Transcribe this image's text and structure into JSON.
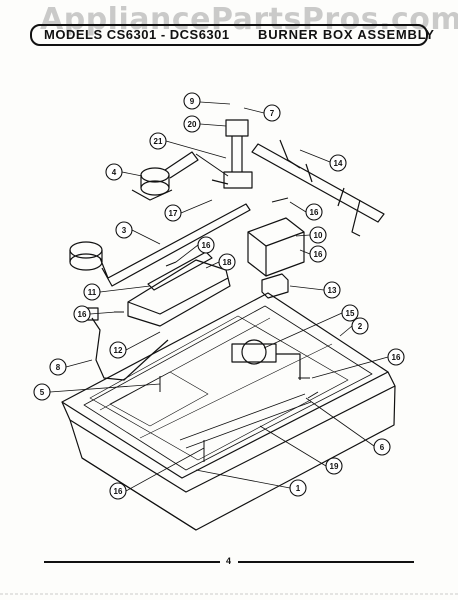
{
  "watermark": "AppliancePartsPros.com",
  "header": {
    "model_text": "MODELS CS6301 - DCS6301",
    "title": "BURNER BOX ASSEMBLY"
  },
  "callouts": {
    "c1": "1",
    "c2": "2",
    "c3": "3",
    "c4": "4",
    "c5": "5",
    "c6": "6",
    "c7": "7",
    "c8": "8",
    "c9": "9",
    "c10": "10",
    "c11": "11",
    "c12": "12",
    "c13": "13",
    "c14": "14",
    "c15": "15",
    "c16a": "16",
    "c16b": "16",
    "c16c": "16",
    "c16d": "16",
    "c16e": "16",
    "c16f": "16",
    "c17": "17",
    "c18": "18",
    "c19": "19",
    "c20": "20",
    "c21": "21"
  },
  "page_number": "4"
}
